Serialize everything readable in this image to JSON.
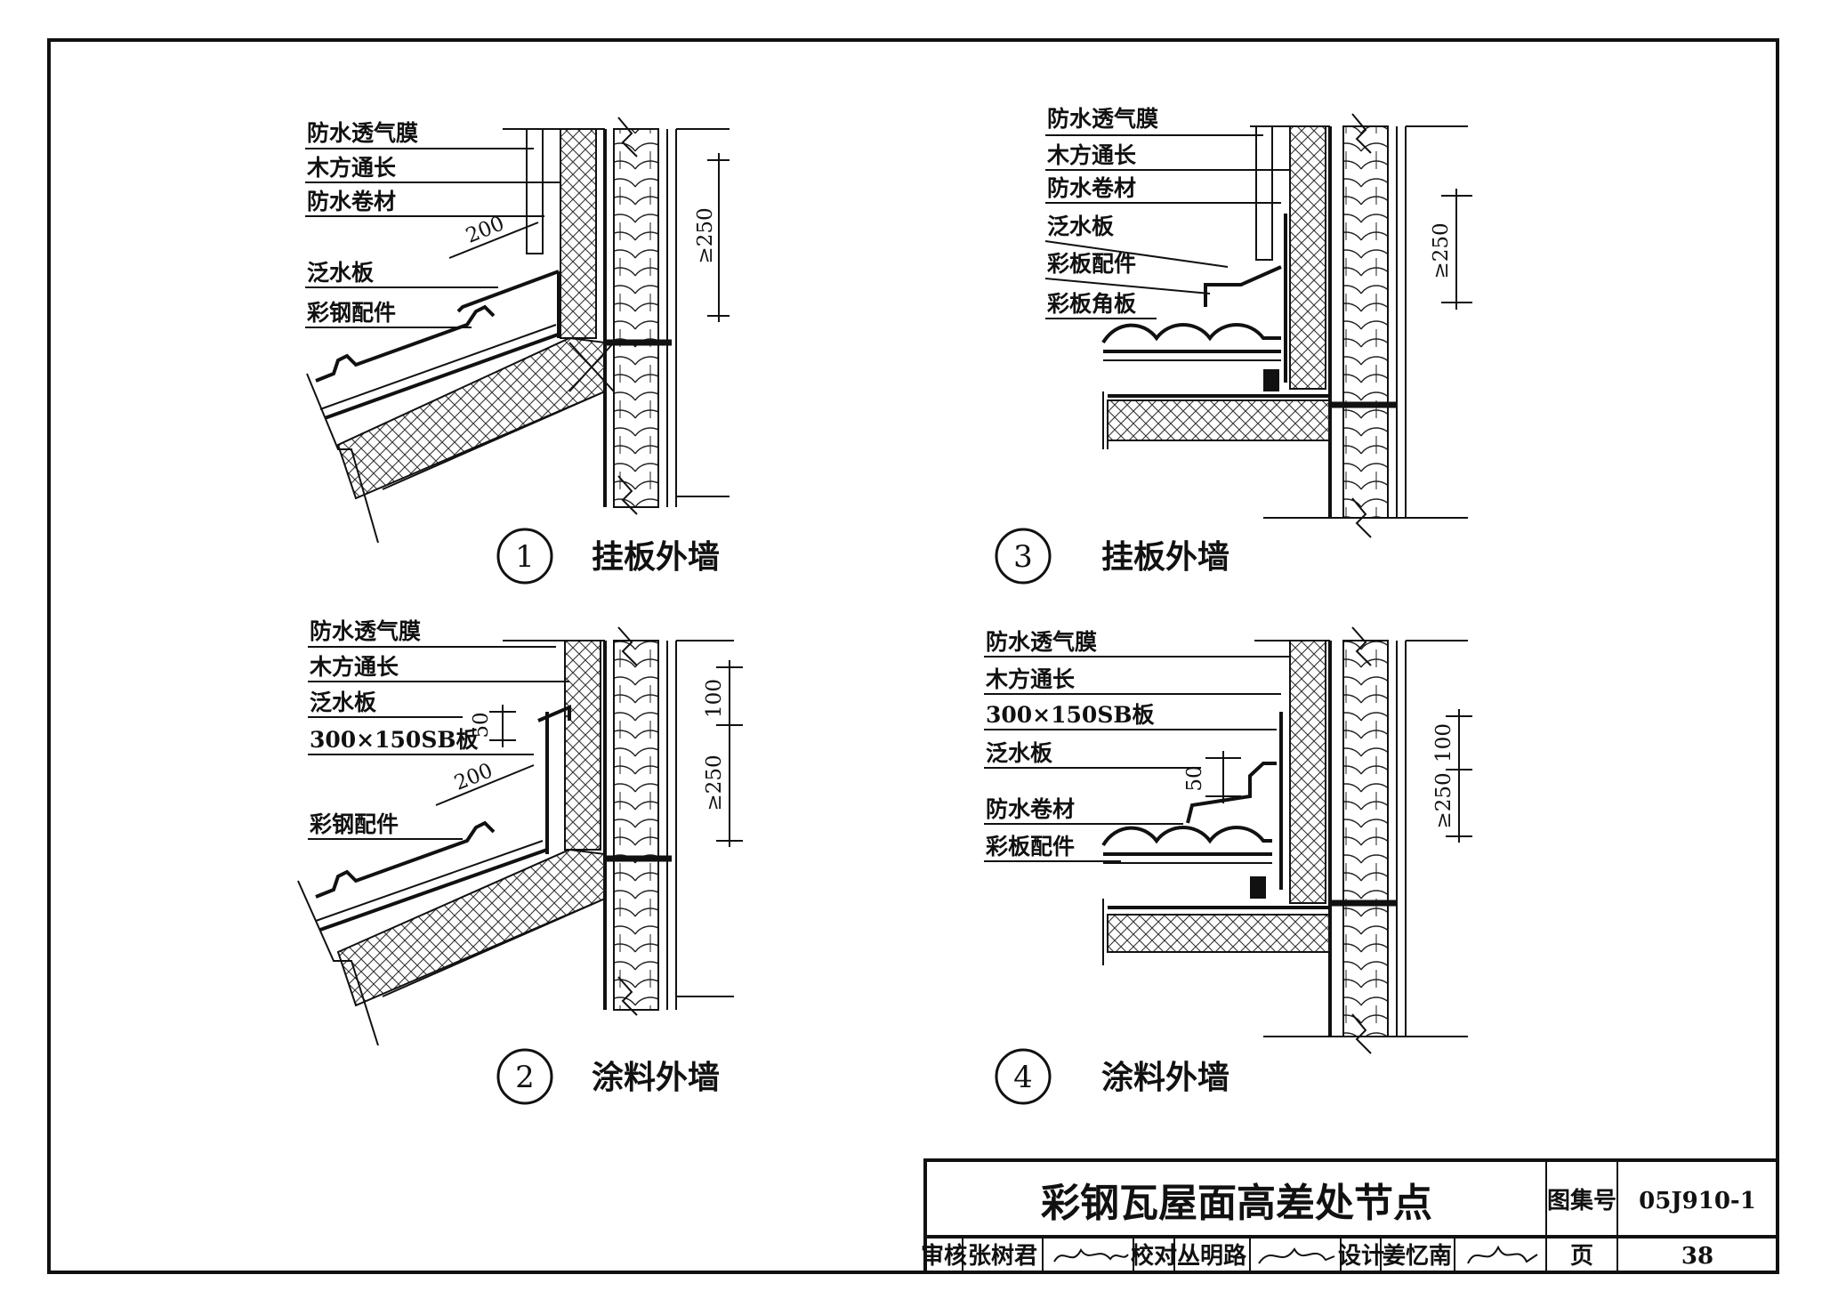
{
  "details": [
    {
      "number": "1",
      "caption": "挂板外墙",
      "labels": [
        "防水透气膜",
        "木方通长",
        "防水卷材",
        "泛水板",
        "彩钢配件"
      ],
      "dims": [
        "200",
        "≥250"
      ]
    },
    {
      "number": "2",
      "caption": "涂料外墙",
      "labels": [
        "防水透气膜",
        "木方通长",
        "泛水板",
        "300×150SB板",
        "彩钢配件"
      ],
      "dims": [
        "50",
        "200",
        "100",
        "≥250"
      ]
    },
    {
      "number": "3",
      "caption": "挂板外墙",
      "labels": [
        "防水透气膜",
        "木方通长",
        "防水卷材",
        "泛水板",
        "彩板配件",
        "彩板角板"
      ],
      "dims": [
        "≥250"
      ]
    },
    {
      "number": "4",
      "caption": "涂料外墙",
      "labels": [
        "防水透气膜",
        "木方通长",
        "300×150SB板",
        "泛水板",
        "防水卷材",
        "彩板配件"
      ],
      "dims": [
        "50",
        "100",
        "≥250"
      ]
    }
  ],
  "title_block": {
    "title": "彩钢瓦屋面高差处节点",
    "atlas_label": "图集号",
    "atlas_no": "05J910-1",
    "review_label": "审核",
    "reviewer": "张树君",
    "check_label": "校对",
    "checker": "丛明路",
    "design_label": "设计",
    "designer": "姜忆南",
    "page_label": "页",
    "page_no": "38"
  }
}
